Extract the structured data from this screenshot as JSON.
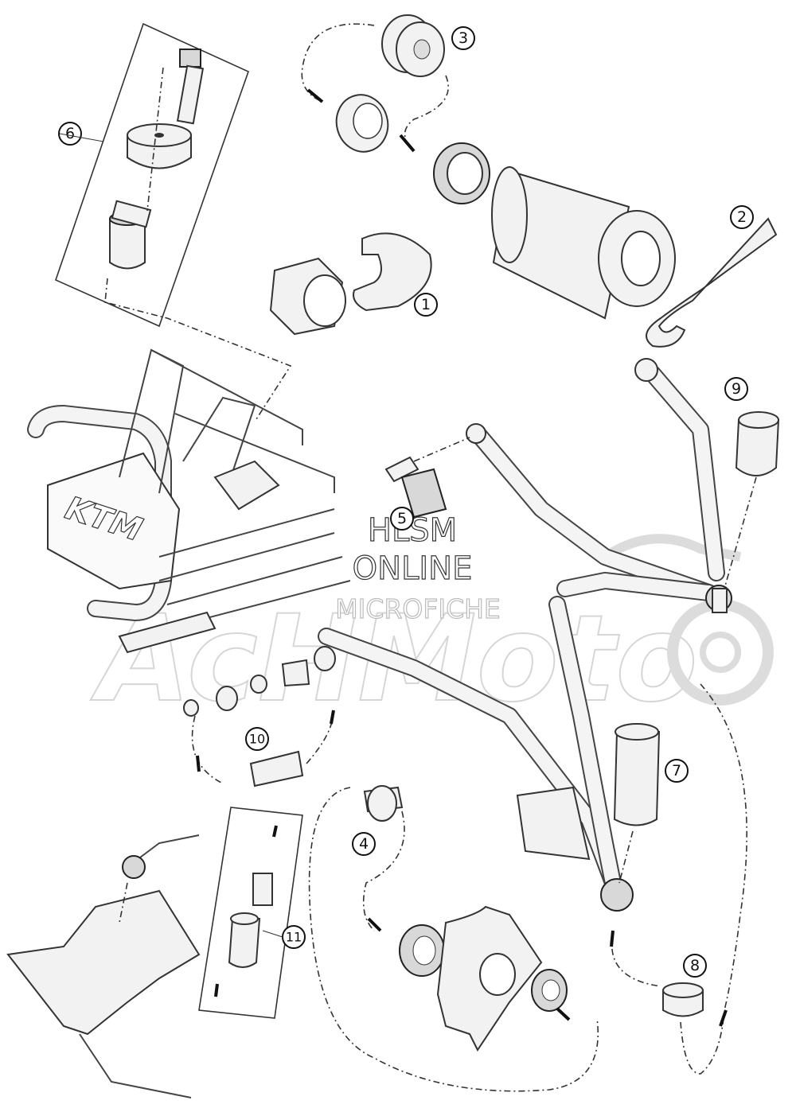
{
  "watermark": {
    "line1": "HLSM",
    "line2": "ONLINE",
    "line3": "MICROFICHE",
    "logo": "AcHMoto"
  },
  "frame_badge": "KTM",
  "callouts": [
    {
      "id": "callout-1",
      "label": "1"
    },
    {
      "id": "callout-2",
      "label": "2"
    },
    {
      "id": "callout-3",
      "label": "3"
    },
    {
      "id": "callout-4",
      "label": "4"
    },
    {
      "id": "callout-5",
      "label": "5"
    },
    {
      "id": "callout-6",
      "label": "6"
    },
    {
      "id": "callout-7",
      "label": "7"
    },
    {
      "id": "callout-8",
      "label": "8"
    },
    {
      "id": "callout-9",
      "label": "9"
    },
    {
      "id": "callout-10",
      "label": "10"
    },
    {
      "id": "callout-11",
      "label": "11"
    }
  ],
  "colors": {
    "line": "#333333",
    "fill": "#f2f2f2",
    "background": "#ffffff",
    "watermark": "#d6d6d6"
  }
}
